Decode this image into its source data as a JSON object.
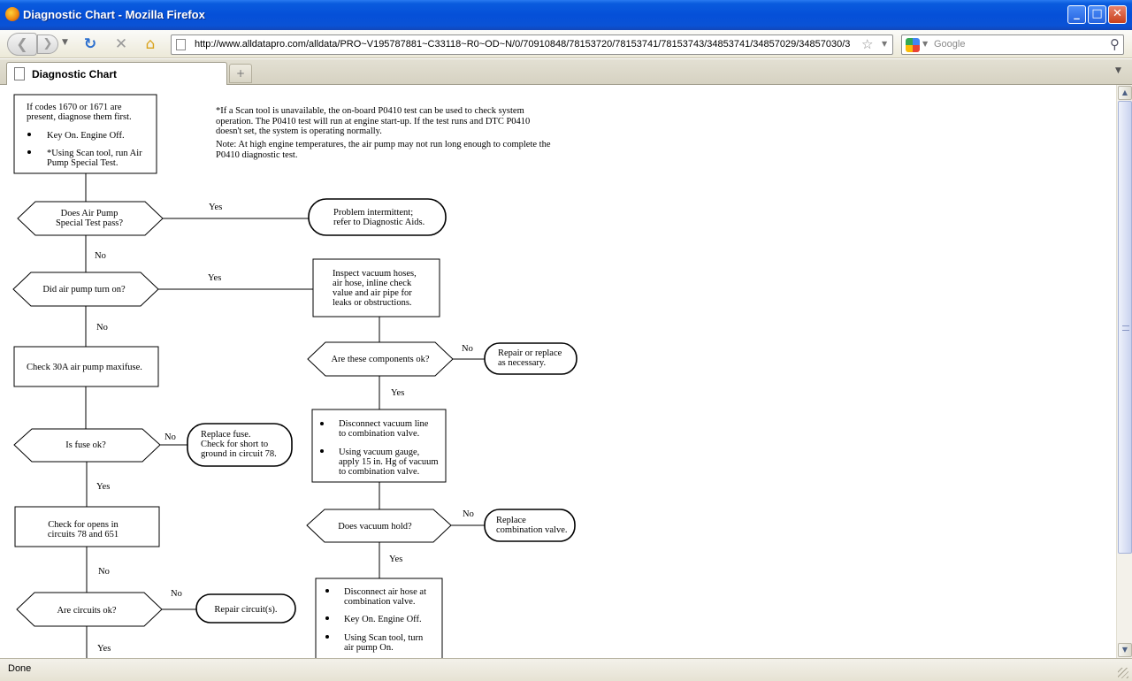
{
  "window": {
    "title": "Diagnostic Chart - Mozilla Firefox",
    "min_glyph": "_",
    "max_glyph": "□",
    "close_glyph": "✕"
  },
  "toolbar": {
    "back_glyph": "❮",
    "fwd_glyph": "❯",
    "drop_glyph": "▼",
    "reload_glyph": "↻",
    "stop_glyph": "✕",
    "home_glyph": "⌂",
    "url": "http://www.alldatapro.com/alldata/PRO~V195787881~C33118~R0~OD~N/0/70910848/78153720/78153741/78153743/34853741/34857029/34857030/3",
    "star_glyph": "☆",
    "url_drop_glyph": "▼",
    "search_placeholder": "Google",
    "search_drop_glyph": "▼",
    "search_glyph": "⚲"
  },
  "tabs": {
    "active_label": "Diagnostic Chart",
    "new_tab_glyph": "+",
    "list_glyph": "▼"
  },
  "scrollbar": {
    "up_glyph": "▲",
    "down_glyph": "▼"
  },
  "status": {
    "text": "Done"
  },
  "chart": {
    "note1": [
      "*If a Scan tool is unavailable, the on-board P0410 test can be used to check system",
      "operation. The P0410 test will run at engine start-up. If the test runs and DTC P0410",
      "doesn't set, the system is operating normally."
    ],
    "note2": [
      "Note: At high engine temperatures, the air pump may not run long enough to complete the",
      "P0410 diagnostic test."
    ],
    "start_box": {
      "text": [
        "If codes 1670 or 1671 are",
        "present, diagnose them first."
      ],
      "bullets": [
        [
          "Key On. Engine Off."
        ],
        [
          "*Using Scan tool, run Air",
          "Pump Special Test."
        ]
      ]
    },
    "q_special_test": [
      "Does Air Pump",
      "Special Test pass?"
    ],
    "q_pump_on": [
      "Did air pump turn on?"
    ],
    "check_maxifuse": [
      "Check 30A air pump maxifuse."
    ],
    "q_fuse_ok": [
      "Is fuse ok?"
    ],
    "replace_fuse": [
      "Replace fuse.",
      "Check for short to",
      "ground in circuit 78."
    ],
    "check_opens": [
      "Check for opens in",
      "circuits 78 and 651"
    ],
    "q_circuits_ok": [
      "Are circuits ok?"
    ],
    "repair_circuits": [
      "Repair circuit(s)."
    ],
    "intermittent": [
      "Problem intermittent;",
      "refer to Diagnostic Aids."
    ],
    "inspect_hoses": [
      "Inspect vacuum hoses,",
      "air hose, inline check",
      "value and air pipe for",
      "leaks or obstructions."
    ],
    "q_components_ok": [
      "Are these components ok?"
    ],
    "repair_replace": [
      "Repair or replace",
      "as necessary."
    ],
    "vacuum_box": [
      [
        "Disconnect vacuum line",
        "to combination valve."
      ],
      [
        "Using vacuum gauge,",
        "apply 15 in. Hg of vacuum",
        "to combination valve."
      ]
    ],
    "q_vacuum_hold": [
      "Does vacuum hold?"
    ],
    "replace_valve": [
      "Replace",
      "combination valve."
    ],
    "air_hose_box": [
      [
        "Disconnect air hose at",
        "combination valve."
      ],
      [
        "Key On. Engine Off."
      ],
      [
        "Using Scan tool, turn",
        "air pump On."
      ]
    ],
    "yes": "Yes",
    "no": "No"
  }
}
